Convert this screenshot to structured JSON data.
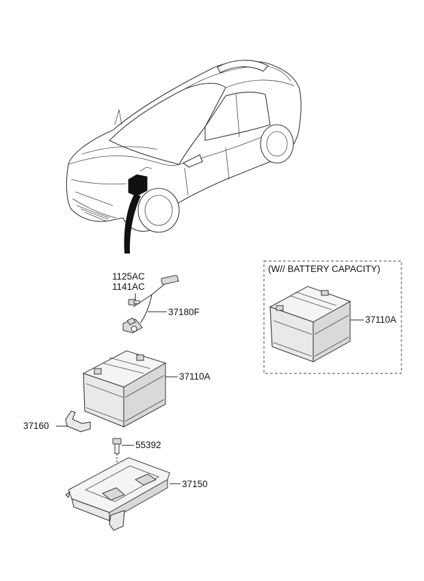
{
  "callouts": {
    "bolt_1": "1125AC",
    "bolt_2": "1141AC",
    "cable": "37180F",
    "battery": "37110A",
    "bracket": "37160",
    "bolt_tray": "55392",
    "tray": "37150"
  },
  "option_box": {
    "title": "(W// BATTERY CAPACITY)",
    "battery": "37110A"
  }
}
